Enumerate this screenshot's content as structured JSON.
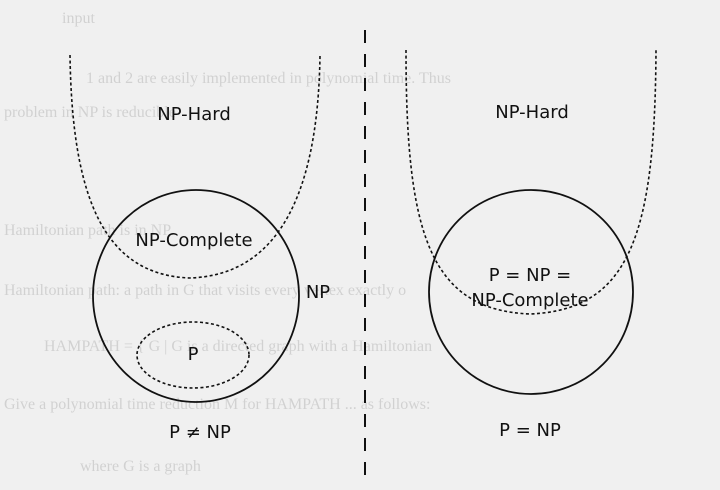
{
  "bleed_through_text": {
    "line_1": "input",
    "line_2": "1 and 2 are easily implemented in polynomial time. Thus",
    "line_3": "problem in NP is reducible",
    "line_4": "Hamiltonian path is in NP",
    "line_5": "Hamiltonian path: a path in G that visits every vertex exactly o",
    "line_6": "HAMPATH = { G | G is a directed graph with a Hamiltonian",
    "line_7": "Give a polynomial time reduction M for HAMPATH ... as follows:",
    "line_8": "where G is a graph"
  },
  "left_diagram": {
    "np_hard": "NP-Hard",
    "np_complete": "NP-Complete",
    "np": "NP",
    "p": "P",
    "caption": "P ≠ NP"
  },
  "right_diagram": {
    "np_hard": "NP-Hard",
    "merged_line_1": "P = NP =",
    "merged_line_2": "NP-Complete",
    "caption": "P = NP"
  },
  "colors": {
    "background": "#f0f0f0",
    "ink": "#111111",
    "bleed_through": "#b9b9b9"
  }
}
